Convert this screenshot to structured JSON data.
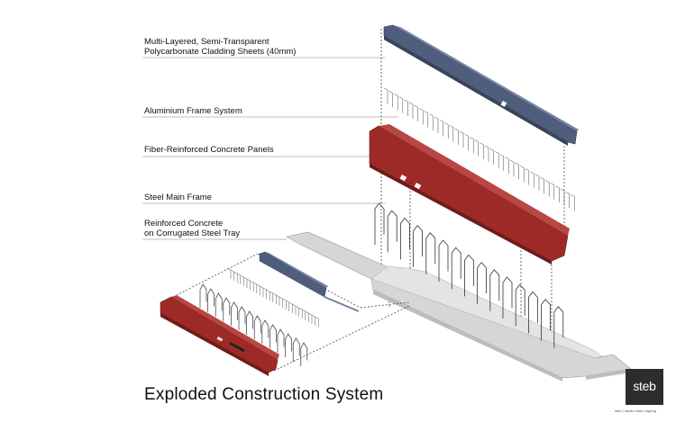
{
  "labels": {
    "cladding": "Multi-Layered, Semi-Transparent\nPolycarbonate Cladding Sheets (40mm)",
    "aluminium": "Aluminium Frame System",
    "concrete_panels": "Fiber-Reinforced Concrete Panels",
    "steel_frame": "Steel Main Frame",
    "tray": "Reinforced Concrete\non Corrugated Steel Tray"
  },
  "title": "Exploded Construction System",
  "logo": {
    "text": "steb",
    "caption": "steb | studio ersen tugbug"
  },
  "colors": {
    "cladding": "#4f5e7c",
    "panel_red": "#9e2a28",
    "slab_gray": "#d4d4d4",
    "leader_line": "#999999"
  }
}
